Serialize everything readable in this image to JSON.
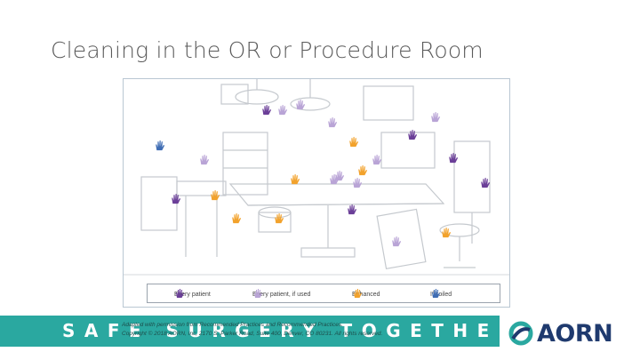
{
  "slide": {
    "title": "Cleaning in the OR or Procedure Room"
  },
  "legend": {
    "items": [
      {
        "label": "Every patient",
        "color": "#6b3f98"
      },
      {
        "label": "Every patient, if used",
        "color": "#b9a4d6"
      },
      {
        "label": "Enhanced",
        "color": "#f2a22c"
      },
      {
        "label": "If soiled",
        "color": "#3f6db4"
      }
    ]
  },
  "hand_colors": {
    "every_patient": "#6b3f98",
    "if_used": "#b9a4d6",
    "enhanced": "#f2a22c",
    "if_soiled": "#3f6db4"
  },
  "footnote": {
    "line1": "Adapted with permission from Recommended Practices and Recommended Practices.",
    "line2": "Copyright © 2018 AORN, Inc, 2170 S. Parker Road, Suite 400, Denver, CO 80231. All rights reserved."
  },
  "banner": {
    "text": "SAFE SURGERY TOGETHER",
    "color": "#2aa8a0"
  },
  "brand": {
    "logo_text": "AORN",
    "color": "#1f3a6e",
    "mark_color": "#2aa8a0"
  }
}
